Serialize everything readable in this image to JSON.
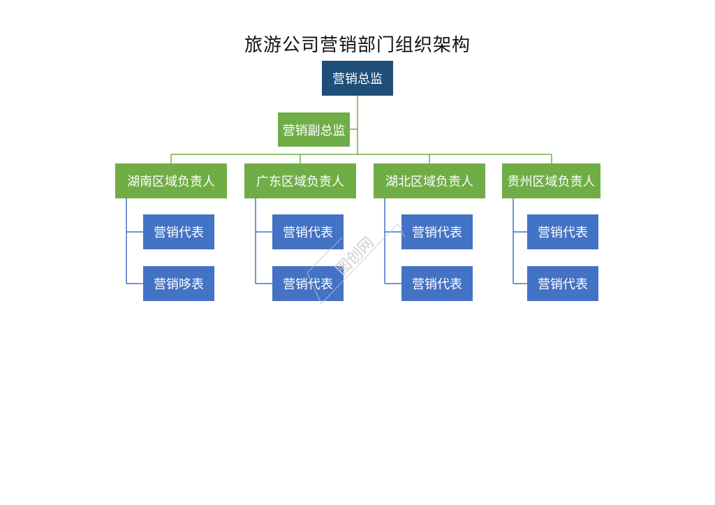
{
  "title": "旅游公司营销部门组织架构",
  "director": "营销总监",
  "deputy": "营销副总监",
  "regions": [
    {
      "label": "湖南区域负责人",
      "reps": [
        "营销代表",
        "营销哆表"
      ]
    },
    {
      "label": "广东区域负责人",
      "reps": [
        "营销代表",
        "营销代表"
      ]
    },
    {
      "label": "湖北区域负责人",
      "reps": [
        "营销代表",
        "营销代表"
      ]
    },
    {
      "label": "贵州区域负责人",
      "reps": [
        "营销代表",
        "营销代表"
      ]
    }
  ],
  "watermark": "图创网",
  "colors": {
    "director": "#1f4e79",
    "region": "#70ad47",
    "rep": "#4472c4",
    "green_line": "#70ad47",
    "blue_line": "#4472c4"
  }
}
